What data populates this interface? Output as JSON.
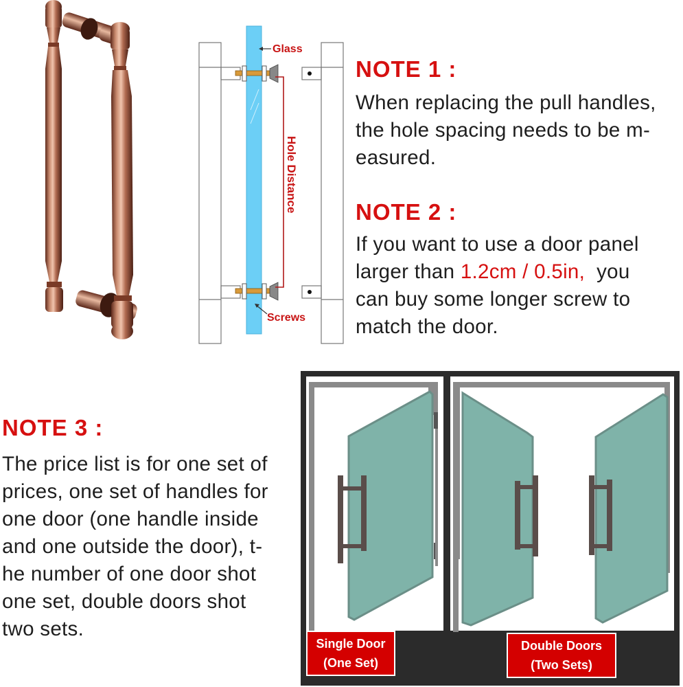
{
  "diagram": {
    "glass_label": "Glass",
    "hole_distance_label": "Hole Distance",
    "screws_label": "Screws"
  },
  "note1": {
    "title": "NOTE 1 :",
    "lines": [
      "When replacing the pull handles,",
      "the hole spacing needs to be m-",
      "easured."
    ]
  },
  "note2": {
    "title": "NOTE 2 :",
    "line1": "If you want to use a door panel",
    "line2_pre": "larger than ",
    "line2_highlight": "1.2cm / 0.5in,",
    "line2_post": "  you",
    "line3": "can buy some longer screw to",
    "line4": "match the door."
  },
  "note3": {
    "title": "NOTE 3 :",
    "lines": [
      "The price list is for one set of",
      "prices, one set of handles for",
      "one door (one handle inside",
      "and one outside the door), t-",
      "he number of one door shot",
      "one set, double doors shot",
      "two sets."
    ]
  },
  "door_panel": {
    "single": {
      "line1": "Single Door",
      "line2": "(One Set)"
    },
    "double": {
      "line1": "Double Doors",
      "line2": "(Two Sets)"
    }
  },
  "colors": {
    "accent_red": "#d61010",
    "label_red": "#d40000",
    "glass_blue": "#6ccff6",
    "door_glass": "#7fb3a9",
    "copper": "#b8735a",
    "panel_dark": "#2b2b2b"
  }
}
